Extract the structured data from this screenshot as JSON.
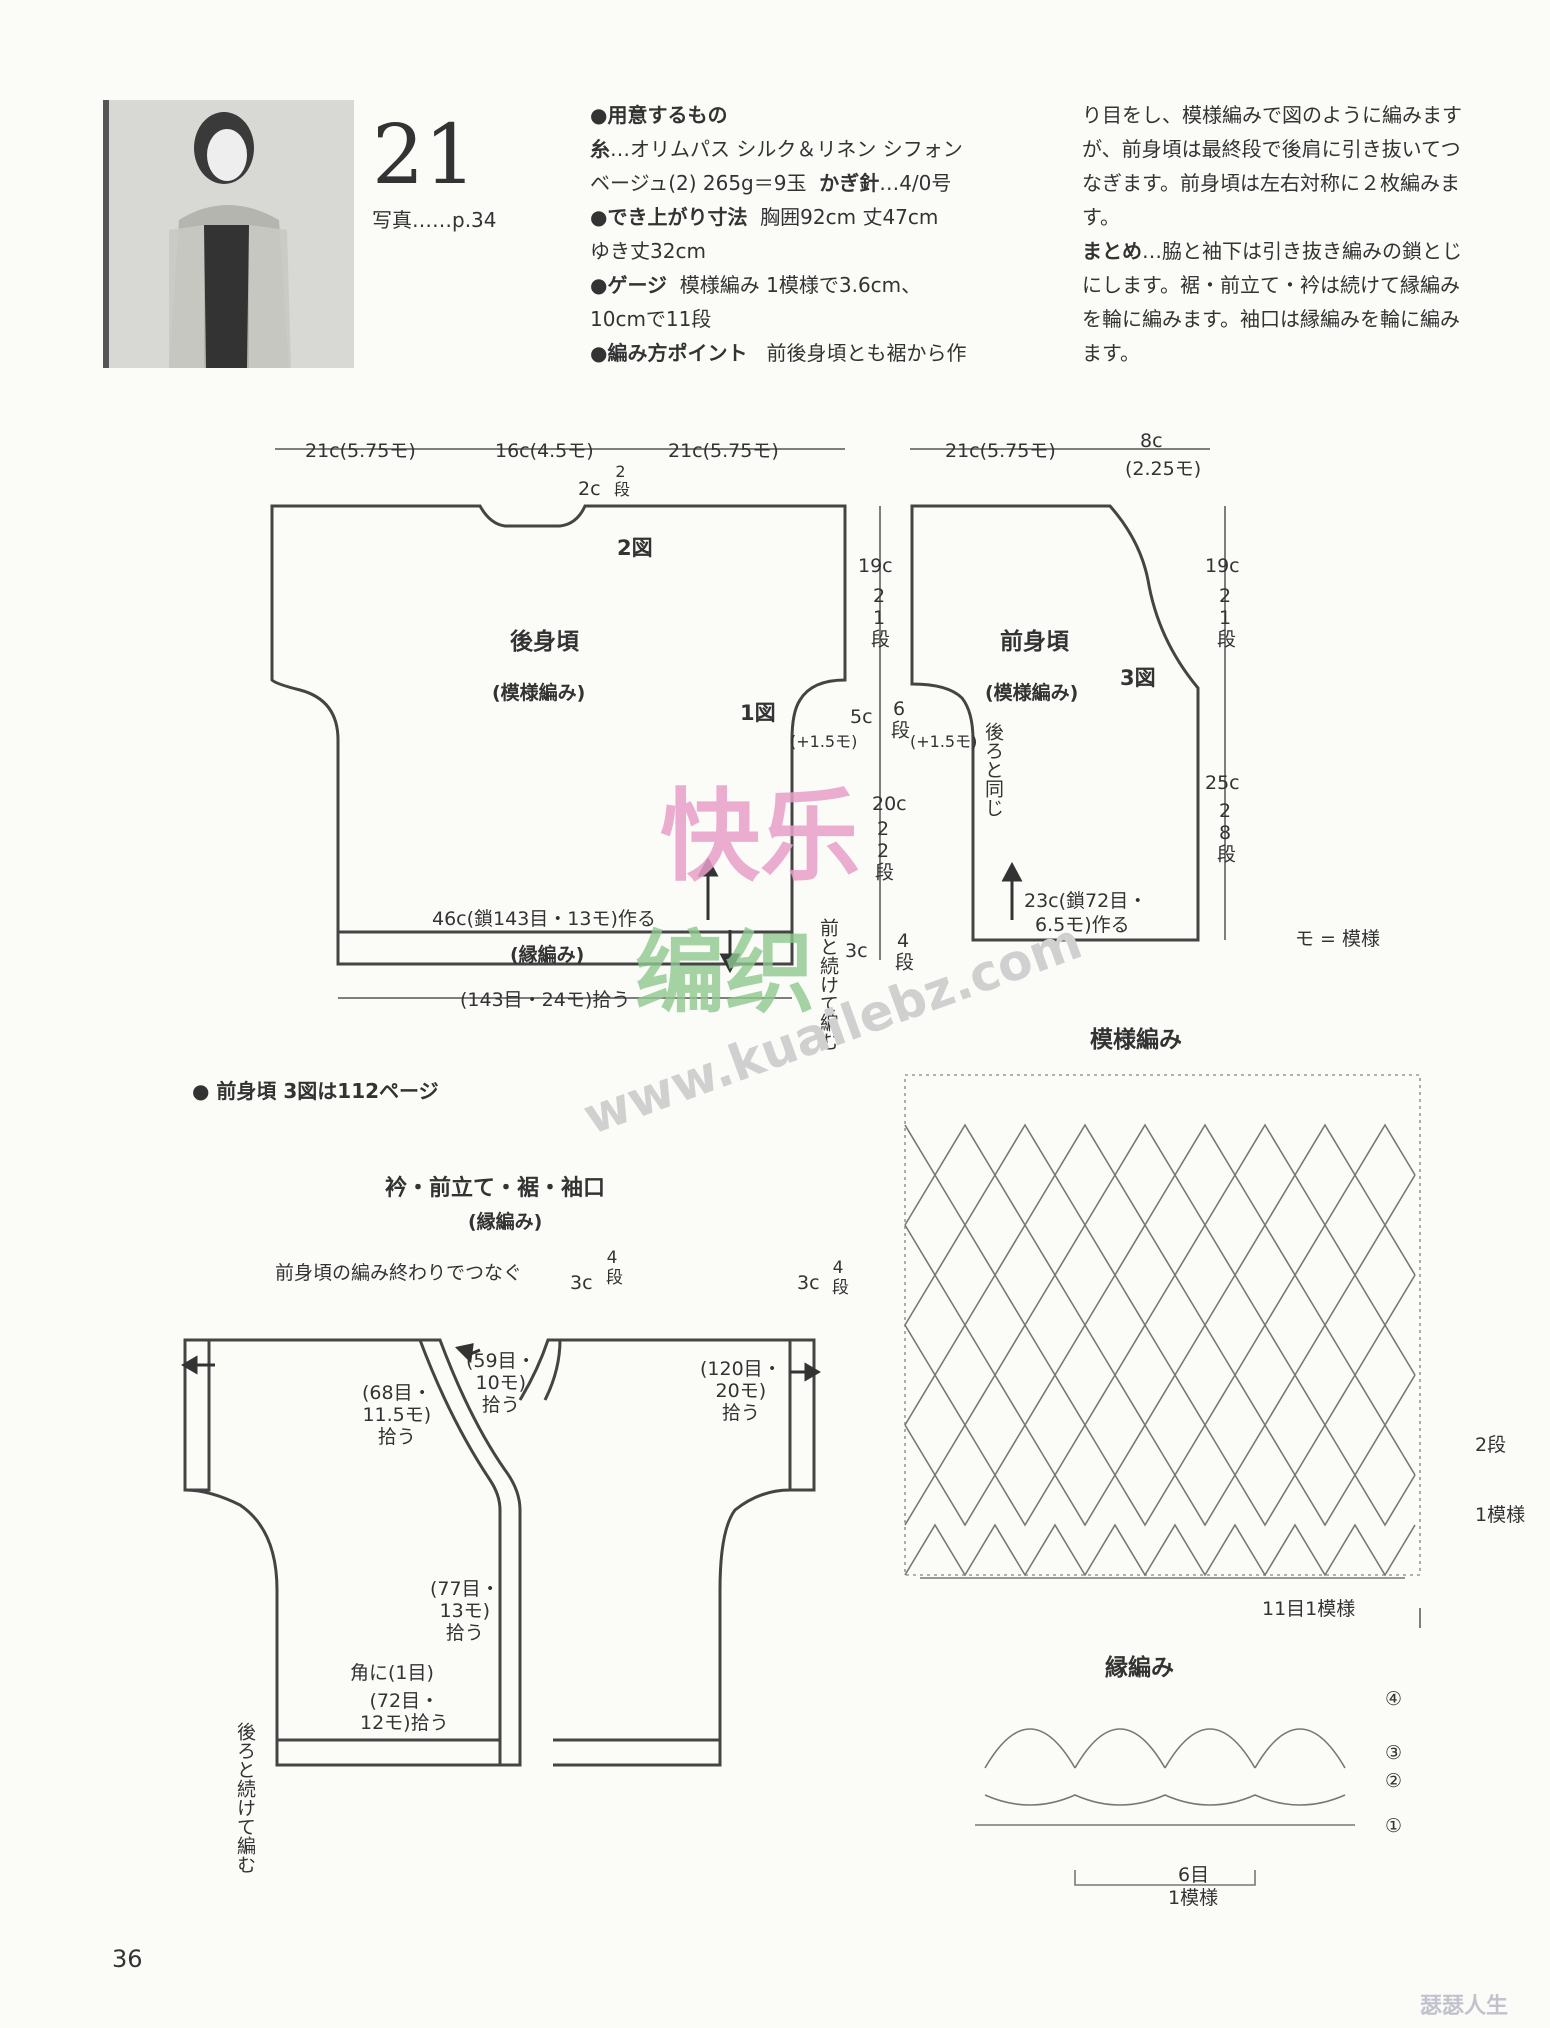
{
  "header": {
    "pattern_number": "21",
    "photo_ref": "写真……p.34"
  },
  "materials": {
    "title": "●用意するもの",
    "yarn_label": "糸",
    "yarn": "…オリムパス シルク＆リネン シフォン",
    "yarn_color_amount": "ベージュ(2) 265g＝9玉",
    "hook_label": "かぎ針",
    "hook": "…4/0号"
  },
  "finished_size": {
    "title": "●でき上がり寸法",
    "line1": "胸囲92cm 丈47cm",
    "line2": "ゆき丈32cm"
  },
  "gauge": {
    "title": "●ゲージ",
    "line1": "模様編み 1模様で3.6cm、",
    "line2": "10cmで11段"
  },
  "points": {
    "title": "●編み方ポイント",
    "line1": "前後身頃とも裾から作"
  },
  "instructions_col2": {
    "lines": [
      "り目をし、模様編みで図のように編みます",
      "が、前身頃は最終段で後肩に引き抜いてつ",
      "なぎます。前身頃は左右対称に２枚編みま",
      "す。"
    ],
    "finish_title": "まとめ",
    "finish_lines": [
      "…脇と袖下は引き抜き編みの鎖とじ",
      "にします。裾・前立て・衿は続けて縁編み",
      "を輪に編みます。袖口は縁編みを輪に編み",
      "ます。"
    ]
  },
  "back_body": {
    "top_dims": [
      "21c(5.75モ)",
      "16c(4.5モ)",
      "21c(5.75モ)"
    ],
    "neck_depth": "2c",
    "neck_rows": "2段",
    "fig2": "2図",
    "title": "後身頃",
    "subtitle": "(模様編み)",
    "fig1": "1図",
    "side_upper": "19c",
    "side_upper_rows": "21段",
    "side_sleeve": "5c",
    "side_sleeve_rows": "6段",
    "side_lower": "20c",
    "side_lower_rows": "22段",
    "sleeve_plus": "(+1.5モ)",
    "start": "46c(鎖143目・13モ)作る",
    "border": "(縁編み)",
    "border_pick": "(143目・24モ)拾う",
    "border_height": "3c",
    "border_rows": "4段",
    "cont_note": "前と続けて編む"
  },
  "front_body": {
    "top_dims": [
      "21c(5.75モ)",
      "8c",
      "(2.25モ)"
    ],
    "title": "前身頃",
    "subtitle": "(模様編み)",
    "fig3": "3図",
    "sleeve_plus": "(+1.5モ)",
    "same_note": "後ろと同じ",
    "side_upper": "19c",
    "side_upper_rows": "21段",
    "side_lower": "25c",
    "side_lower_rows": "28段",
    "start_line1": "23c(鎖72目・",
    "start_line2": "6.5モ)作る",
    "legend": "モ = 模様"
  },
  "note_fig3": "● 前身頃 3図は112ページ",
  "collar": {
    "title": "衿・前立て・裾・袖口",
    "subtitle": "(縁編み)",
    "join_note": "前身頃の編み終わりでつなぐ",
    "h1": "3c",
    "h1_rows": "4段",
    "h2": "3c",
    "h2_rows": "4段",
    "pick_collar": [
      "(59目・",
      "10モ)",
      "拾う"
    ],
    "pick_front_upper": [
      "(68目・",
      "11.5モ)",
      "拾う"
    ],
    "pick_sleeve": [
      "(120目・",
      "20モ)",
      "拾う"
    ],
    "pick_front_lower": [
      "(77目・",
      "13モ)",
      "拾う"
    ],
    "corner": "角に(1目)",
    "pick_hem": [
      "(72目・",
      "12モ)拾う"
    ],
    "back_cont": "後ろと続けて編む"
  },
  "pattern_stitch": {
    "title": "模様編み",
    "repeat_rows_a": "2段",
    "repeat_rows_b": "1模様",
    "repeat_sts": "11目1模様"
  },
  "edging": {
    "title": "縁編み",
    "rows": [
      "④",
      "③",
      "②",
      "①"
    ],
    "repeat_a": "6目",
    "repeat_b": "1模様"
  },
  "watermark": {
    "zh1": "快乐",
    "zh2": "编织",
    "url": "www.kuailebz.com",
    "corner": "瑟瑟人生"
  },
  "page_number": "36"
}
